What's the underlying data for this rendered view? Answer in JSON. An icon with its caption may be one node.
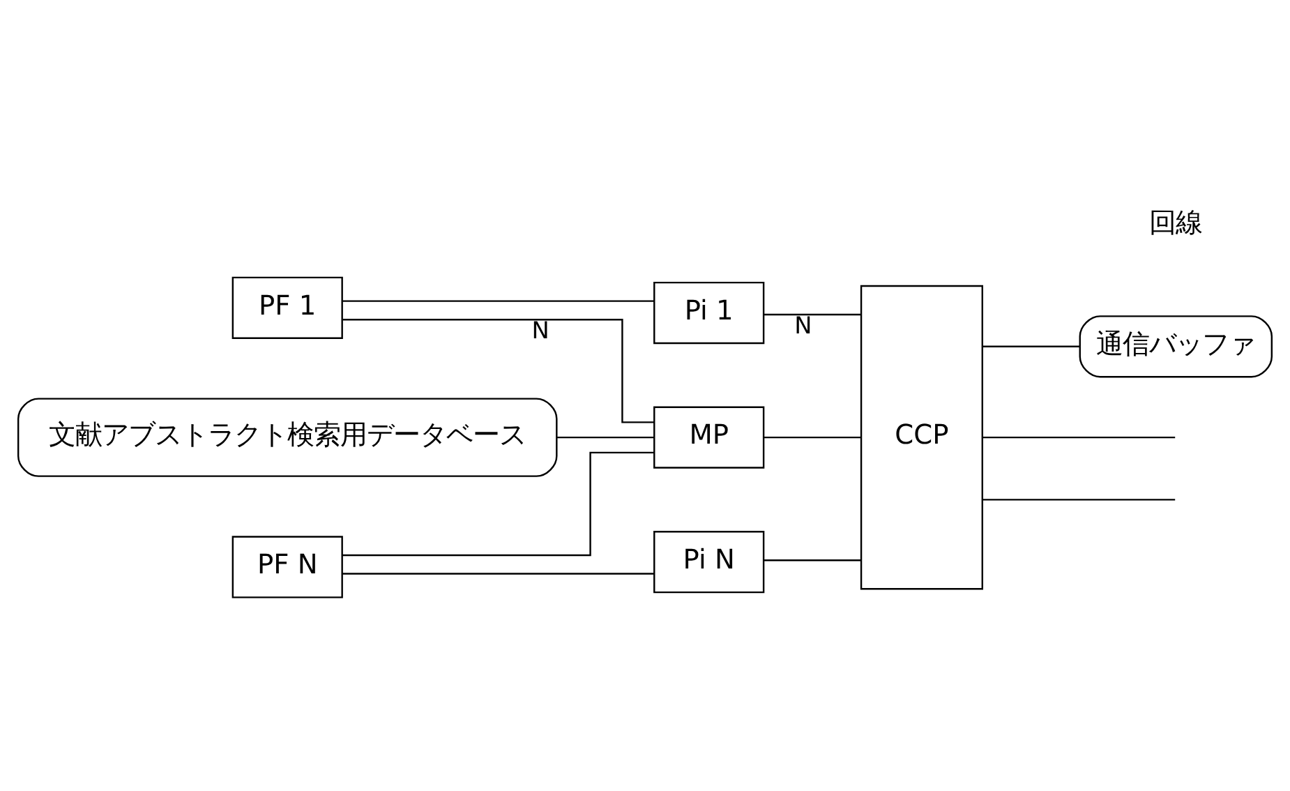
{
  "diagram": {
    "nodes": [
      {
        "text": [
          "文献アブストラクト検索用データベース"
        ]
      },
      {
        "text": [
          "MP"
        ]
      },
      {
        "text": [
          "CCP"
        ]
      },
      {
        "text": [
          "PF 1"
        ]
      },
      {
        "text": [
          "Pi 1"
        ]
      },
      {
        "text": [
          "PF N"
        ]
      },
      {
        "text": [
          "Pi N"
        ]
      },
      {
        "text": [
          "通信バッファ"
        ]
      }
    ],
    "edges": [
      {
        "from": 0,
        "to": 1,
        "arrow": "none"
      },
      {
        "from": 1,
        "to": 2,
        "arrow": "none"
      },
      {
        "from": 1,
        "to": 3,
        "arrow": "none",
        "label": "N"
      },
      {
        "from": 1,
        "to": 5,
        "arrow": "none"
      },
      {
        "from": 3,
        "to": 4,
        "arrow": "none"
      },
      {
        "from": 5,
        "to": 6,
        "arrow": "none"
      },
      {
        "from": 4,
        "to": 2,
        "arrow": "none",
        "label": "N"
      },
      {
        "from": 6,
        "to": 2,
        "arrow": "none"
      },
      {
        "from": 2,
        "to": 7,
        "arrow": "none"
      },
      {
        "from": 2,
        "to": null,
        "arrow": "none"
      },
      {
        "from": 2,
        "to": null,
        "arrow": "none"
      }
    ],
    "labels": [
      "回線"
    ]
  }
}
